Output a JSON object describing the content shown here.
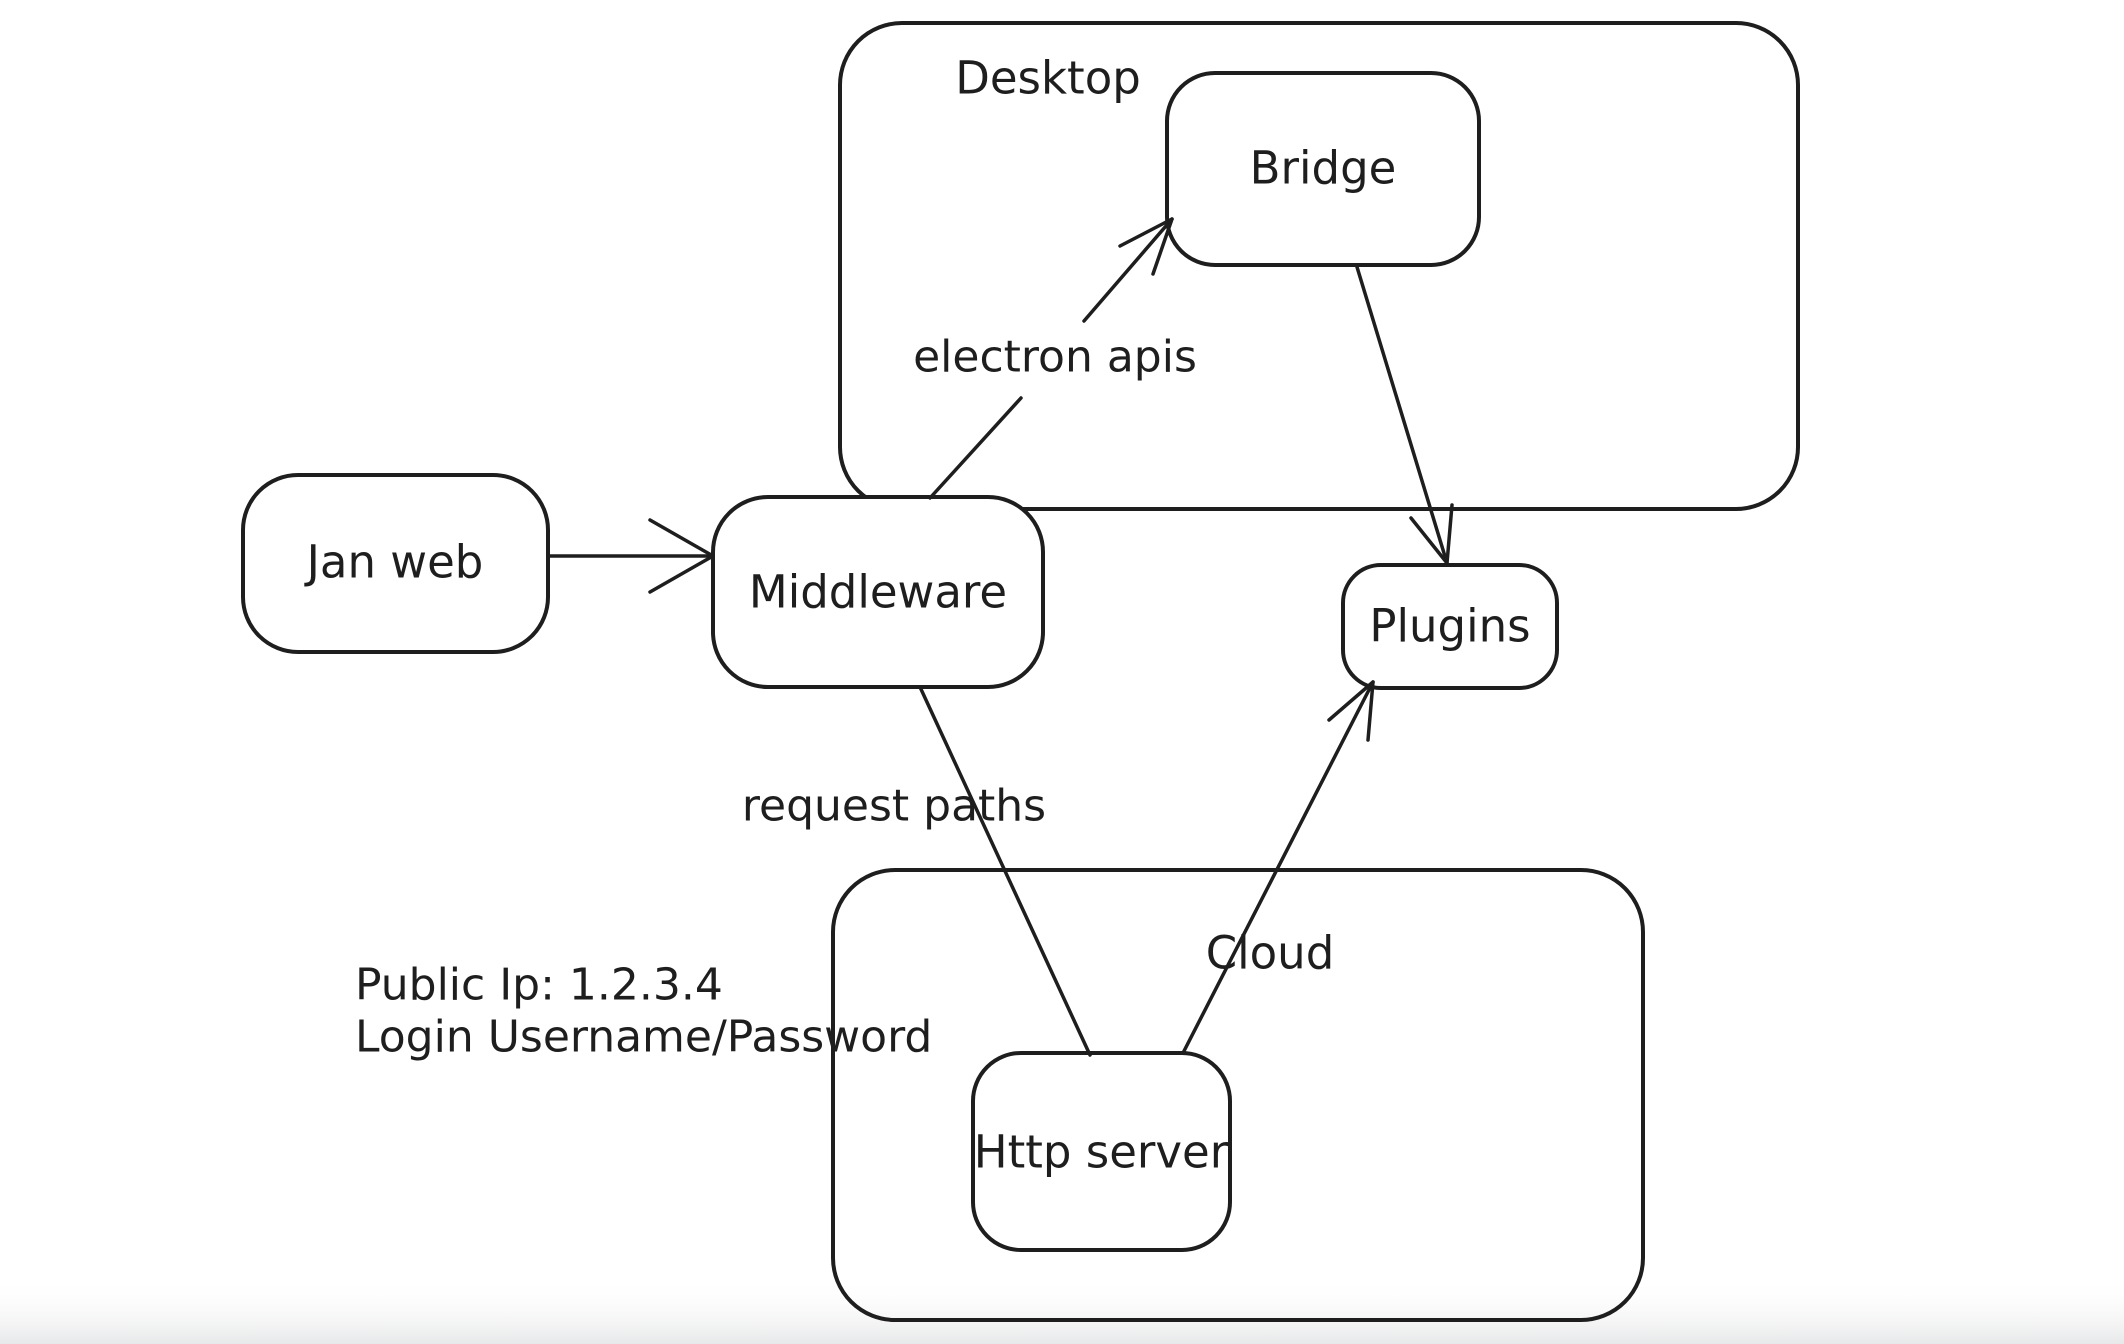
{
  "diagram": {
    "colors": {
      "background": "#ffffff",
      "stroke": "#1e1e1e",
      "text": "#1e1e1e"
    },
    "containers": [
      {
        "id": "desktop",
        "label": "Desktop"
      },
      {
        "id": "cloud",
        "label": "Cloud"
      }
    ],
    "nodes": [
      {
        "id": "jan-web",
        "label": "Jan web"
      },
      {
        "id": "middleware",
        "label": "Middleware"
      },
      {
        "id": "bridge",
        "label": "Bridge"
      },
      {
        "id": "plugins",
        "label": "Plugins"
      },
      {
        "id": "http-server",
        "label": "Http server"
      }
    ],
    "edges": [
      {
        "from": "jan-web",
        "to": "middleware",
        "label": ""
      },
      {
        "from": "middleware",
        "to": "bridge",
        "label": "electron apis"
      },
      {
        "from": "bridge",
        "to": "plugins",
        "label": ""
      },
      {
        "from": "middleware",
        "to": "http-server",
        "label": "request paths"
      },
      {
        "from": "http-server",
        "to": "plugins",
        "label": ""
      }
    ],
    "annotations": [
      {
        "text": "Public Ip: 1.2.3.4"
      },
      {
        "text": "Login Username/Password"
      }
    ]
  }
}
